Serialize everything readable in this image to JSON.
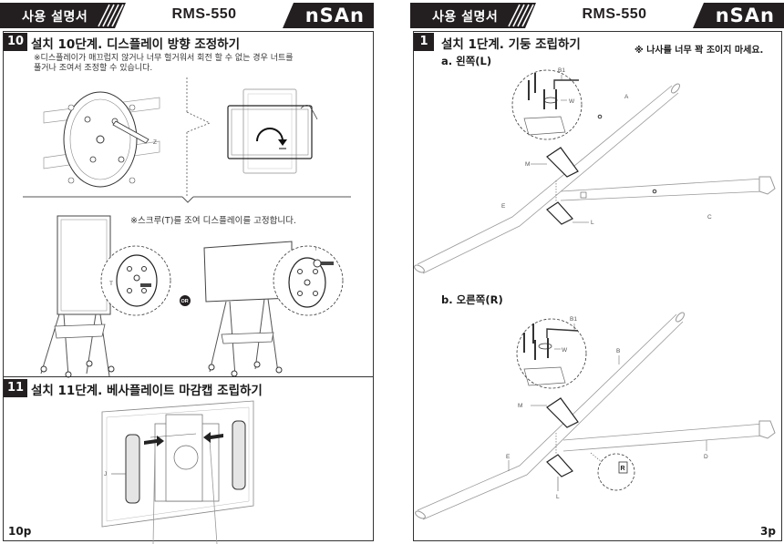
{
  "left_page": {
    "header": {
      "manual_label": "사용 설명서",
      "model": "RMS-550",
      "logo": "nSAn"
    },
    "step10": {
      "number": "10",
      "title": "설치 10단계. 디스플레이 방향 조정하기",
      "note_line1": "※디스플레이가 매끄럽지 않거나 너무 헐거워서 회전 할 수 없는 경우 너트를",
      "note_line2": "풀거나 조여서 조정할 수 있습니다.",
      "screw_note": "※스크루(T)를 조여 디스플레이를 고정합니다.",
      "label_z": "Z",
      "label_t": "T",
      "or_label": "OR"
    },
    "step11": {
      "number": "11",
      "title": "설치 11단계. 베사플레이트 마감캡 조립하기",
      "label_j": "J"
    },
    "page_number": "10p"
  },
  "right_page": {
    "header": {
      "manual_label": "사용 설명서",
      "model": "RMS-550",
      "logo": "nSAn"
    },
    "step1": {
      "number": "1",
      "title": "설치 1단계. 기둥 조립하기",
      "warning": "※ 나사를 너무 꽉 조이지 마세요.",
      "sub_a": "a. 왼쪽(L)",
      "sub_b": "b. 오른쪽(R)",
      "labels_a": {
        "b1": "B1",
        "w": "W",
        "a": "A",
        "m": "M",
        "e": "E",
        "l": "L",
        "c": "C"
      },
      "labels_b": {
        "b1": "B1",
        "w": "W",
        "b": "B",
        "m": "M",
        "e": "E",
        "l": "L",
        "d": "D",
        "r": "R"
      }
    },
    "page_number": "3p"
  }
}
